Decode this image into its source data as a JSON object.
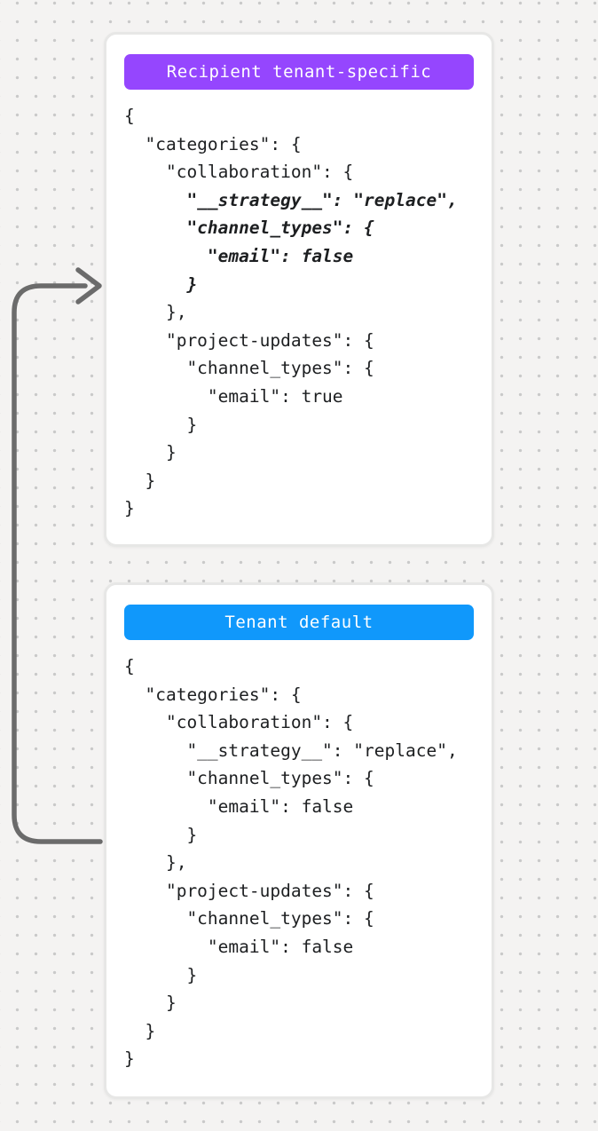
{
  "canvas": {
    "background_color": "#f4f3f2",
    "dot_color": "#c9c9c9"
  },
  "arrow": {
    "color": "#6b6b6b"
  },
  "cards": [
    {
      "badge": {
        "label": "Recipient tenant-specific",
        "color": "#9546fe"
      },
      "code_lines": [
        {
          "text": "{",
          "emphasis": false
        },
        {
          "text": "  \"categories\": {",
          "emphasis": false
        },
        {
          "text": "    \"collaboration\": {",
          "emphasis": false
        },
        {
          "text": "      \"__strategy__\": \"replace\",",
          "emphasis": true
        },
        {
          "text": "      \"channel_types\": {",
          "emphasis": true
        },
        {
          "text": "        \"email\": false",
          "emphasis": true
        },
        {
          "text": "      }",
          "emphasis": true
        },
        {
          "text": "    },",
          "emphasis": false
        },
        {
          "text": "    \"project-updates\": {",
          "emphasis": false
        },
        {
          "text": "      \"channel_types\": {",
          "emphasis": false
        },
        {
          "text": "        \"email\": true",
          "emphasis": false
        },
        {
          "text": "      }",
          "emphasis": false
        },
        {
          "text": "    }",
          "emphasis": false
        },
        {
          "text": "  }",
          "emphasis": false
        },
        {
          "text": "}",
          "emphasis": false
        }
      ]
    },
    {
      "badge": {
        "label": "Tenant default",
        "color": "#1098fb"
      },
      "code_lines": [
        {
          "text": "{",
          "emphasis": false
        },
        {
          "text": "  \"categories\": {",
          "emphasis": false
        },
        {
          "text": "    \"collaboration\": {",
          "emphasis": false
        },
        {
          "text": "      \"__strategy__\": \"replace\",",
          "emphasis": false
        },
        {
          "text": "      \"channel_types\": {",
          "emphasis": false
        },
        {
          "text": "        \"email\": false",
          "emphasis": false
        },
        {
          "text": "      }",
          "emphasis": false
        },
        {
          "text": "    },",
          "emphasis": false
        },
        {
          "text": "    \"project-updates\": {",
          "emphasis": false
        },
        {
          "text": "      \"channel_types\": {",
          "emphasis": false
        },
        {
          "text": "        \"email\": false",
          "emphasis": false
        },
        {
          "text": "      }",
          "emphasis": false
        },
        {
          "text": "    }",
          "emphasis": false
        },
        {
          "text": "  }",
          "emphasis": false
        },
        {
          "text": "}",
          "emphasis": false
        }
      ]
    }
  ]
}
